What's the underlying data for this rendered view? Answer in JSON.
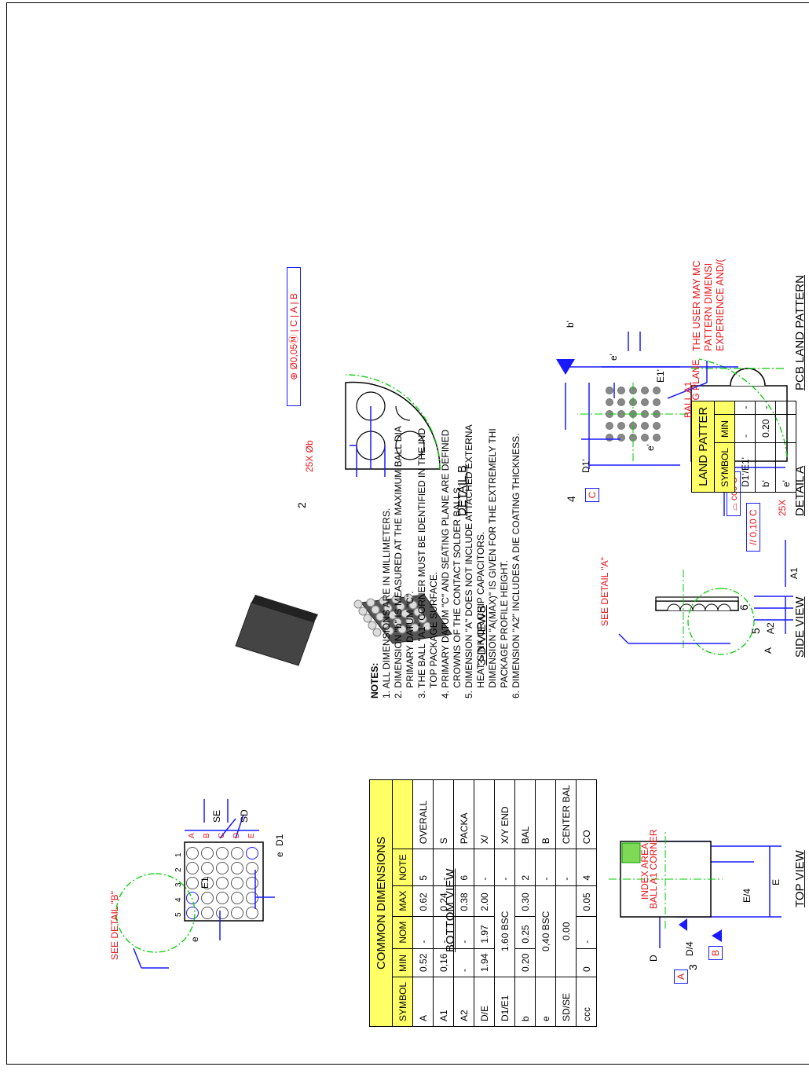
{
  "views": {
    "top_title": "TOP VIEW",
    "bottom_title": "BOTTOM VIEW",
    "side_title": "SIDE VIEW",
    "views3d_title": "3-D VIEWS",
    "detail_a_title": "DETAIL A",
    "detail_b_title": "DETAIL B",
    "pcb_title": "PCB LAND PATTERN"
  },
  "top_view": {
    "datum_a": "A",
    "datum_b": "B",
    "note3": "3",
    "corner_label_1": "BALL A1 CORNER",
    "corner_label_2": "INDEX AREA",
    "dim_d": "D",
    "dim_d4": "D/4",
    "dim_e": "E",
    "dim_e4": "E/4"
  },
  "bottom_view": {
    "see_detail": "SEE DETAIL \"B\"",
    "cols": [
      "5",
      "4",
      "3",
      "2",
      "1"
    ],
    "rows": [
      "A",
      "B",
      "C",
      "D",
      "E"
    ],
    "dim_e": "e",
    "dim_e2": "e",
    "dim_e1": "E1",
    "dim_d1": "D1",
    "dim_se": "SE",
    "dim_sd": "SD"
  },
  "side_view": {
    "see_detail": "SEE DETAIL \"A\"",
    "note5": "5",
    "note6": "6",
    "dim_a": "A",
    "dim_a2": "A2",
    "dim_a1": "A1"
  },
  "detail_a": {
    "parallel": "0,10",
    "parallel_datum": "C",
    "count": "25X",
    "profile": "ccc",
    "profile_datum": "C",
    "datum_c": "C",
    "note4": "4",
    "seating_plane": "SEATING PLANE"
  },
  "detail_b": {
    "ball_count": "25X Øb",
    "note2": "2",
    "position_tol": "Ø0,05Ⓜ",
    "datum1": "C",
    "datum2": "A",
    "datum3": "B"
  },
  "dimensions_table": {
    "title": "COMMON DIMENSIONS",
    "headers": [
      "SYMBOL",
      "MIN",
      "NOM",
      "MAX",
      "NOTE",
      ""
    ],
    "rows": [
      {
        "symbol": "A",
        "min": "0.52",
        "nom": "-",
        "max": "0.62",
        "note": "5",
        "desc": "OVERALL"
      },
      {
        "symbol": "A1",
        "min": "0,16",
        "nom": "-",
        "max": "0,24",
        "note": "-",
        "desc": "S"
      },
      {
        "symbol": "A2",
        "min": "-",
        "nom": "-",
        "max": "0.38",
        "note": "6",
        "desc": "PACKA"
      },
      {
        "symbol": "D/E",
        "min": "1.94",
        "nom": "1.97",
        "max": "2.00",
        "note": "-",
        "desc": "X/"
      },
      {
        "symbol": "D1/E1",
        "span": "1.60 BSC",
        "note": "-",
        "desc": "X/Y END"
      },
      {
        "symbol": "b",
        "min": "0.20",
        "nom": "0.25",
        "max": "0.30",
        "note": "2",
        "desc": "BAL"
      },
      {
        "symbol": "e",
        "span": "0,40 BSC",
        "note": "-",
        "desc": "B"
      },
      {
        "symbol": "SD/SE",
        "span": "0.00",
        "note": "-",
        "desc": "CENTER BAL"
      },
      {
        "symbol": "ccc",
        "min": "0",
        "nom": "-",
        "max": "0.05",
        "note": "4",
        "desc": "CO"
      }
    ]
  },
  "notes": {
    "heading": "NOTES:",
    "lines": [
      "1. ALL DIMENSIONS ARE IN MILLIMETERS.",
      "2. DIMENSION \"b\" IS MEASURED AT THE MAXIMUM BALL DIA",
      "    PRIMARY DATUM \"C\".",
      "3. THE BALL \"A1\" CORNER MUST BE IDENTIFIED IN THE IND",
      "    TOP PACKAGE SURFACE.",
      "4. PRIMARY DATUM \"C\" AND SEATING PLANE ARE DEFINED",
      "    CROWNS OF THE CONTACT SOLDER BALLS.",
      "5. DIMENSION \"A\" DOES NOT INCLUDE ATTACHED EXTERNA",
      "    HEAT SINK OR CHIP CAPACITORS.",
      "    DIMENSION \"A(MAX)\" IS GIVEN FOR THE EXTREMELY THI",
      "    PACKAGE PROFILE HEIGHT.",
      "6. DIMENSION \"A2\" INCLUDES A DIE COATING THICKNESS."
    ]
  },
  "pcb_land": {
    "ball_a1": "BALL A1",
    "d1p": "D1'",
    "e1p": "E1'",
    "ep": "e'",
    "ep2": "e'",
    "bp": "b'"
  },
  "land_table": {
    "title": "LAND PATTER",
    "headers": [
      "SYMBOL",
      "MIN",
      ""
    ],
    "rows": [
      {
        "symbol": "D1'/E1'",
        "min": "-",
        "x": "-"
      },
      {
        "symbol": "b'",
        "min": "0.20",
        "x": "-"
      },
      {
        "symbol": "e'",
        "min": "-",
        "x": "-"
      }
    ],
    "warning": [
      "THE USER MAY MC",
      "PATTERN DIMENSI",
      "EXPERIENCE AND/("
    ]
  },
  "colors": {
    "red": "#e8141a",
    "blue": "#1a1aff",
    "green": "#00cc00",
    "yellow": "#ffff66"
  }
}
